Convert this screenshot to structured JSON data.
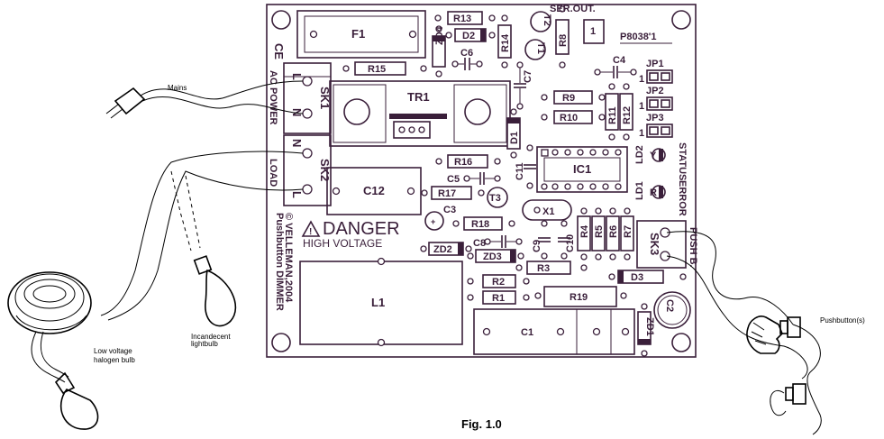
{
  "board": {
    "code": "P8038'1",
    "ce": "CE",
    "footer": "Pushbutton DIMMER",
    "footer2": "© VELLEMAN,2004",
    "danger": "DANGER",
    "high_voltage": "HIGH VOLTAGE",
    "ac_power": "AC POWER",
    "load": "LOAD",
    "push_b": "PUSH B.",
    "error": "ERROR",
    "status": "STATUS",
    "ser_out": "SER.OUT."
  },
  "components": {
    "F1": "F1",
    "R13": "R13",
    "D2": "D2",
    "ZD4": "ZD4",
    "R14": "R14",
    "C6": "C6",
    "T2": "T2",
    "R8": "R8",
    "T1": "T1",
    "R15": "R15",
    "TR1": "TR1",
    "C7": "C7",
    "R9": "R9",
    "R10": "R10",
    "R11": "R11",
    "R12": "R12",
    "C4": "C4",
    "JP1": "JP1",
    "JP2": "JP2",
    "JP3": "JP3",
    "SK1": "SK1",
    "SK2": "SK2",
    "D1": "D1",
    "R16": "R16",
    "C5": "C5",
    "C11": "C11",
    "IC1": "IC1",
    "LD2": "LD2",
    "LD1": "LD1",
    "C12": "C12",
    "R17": "R17",
    "T3": "T3",
    "C3": "C3",
    "X1": "X1",
    "R18": "R18",
    "R4": "R4",
    "R5": "R5",
    "R6": "R6",
    "R7": "R7",
    "SK3": "SK3",
    "C8": "C8",
    "C9": "C9",
    "C10": "C10",
    "ZD2": "ZD2",
    "ZD3": "ZD3",
    "R3": "R3",
    "D3": "D3",
    "L1": "L1",
    "R2": "R2",
    "R1": "R1",
    "R19": "R19",
    "C2": "C2",
    "ZD1": "ZD1",
    "C1": "C1",
    "Y": "Y",
    "R": "R",
    "one": "1",
    "L": "L",
    "N": "N"
  },
  "annotations": {
    "mains": "Mains",
    "halogen": "Low voltage halogen bulb",
    "halogen_1": "Low voltage",
    "halogen_2": "halogen bulb",
    "incandescent_1": "Incandecent",
    "incandescent_2": "lightbulb",
    "pushbuttons": "Pushbutton(s)"
  },
  "caption": "Fig. 1.0"
}
